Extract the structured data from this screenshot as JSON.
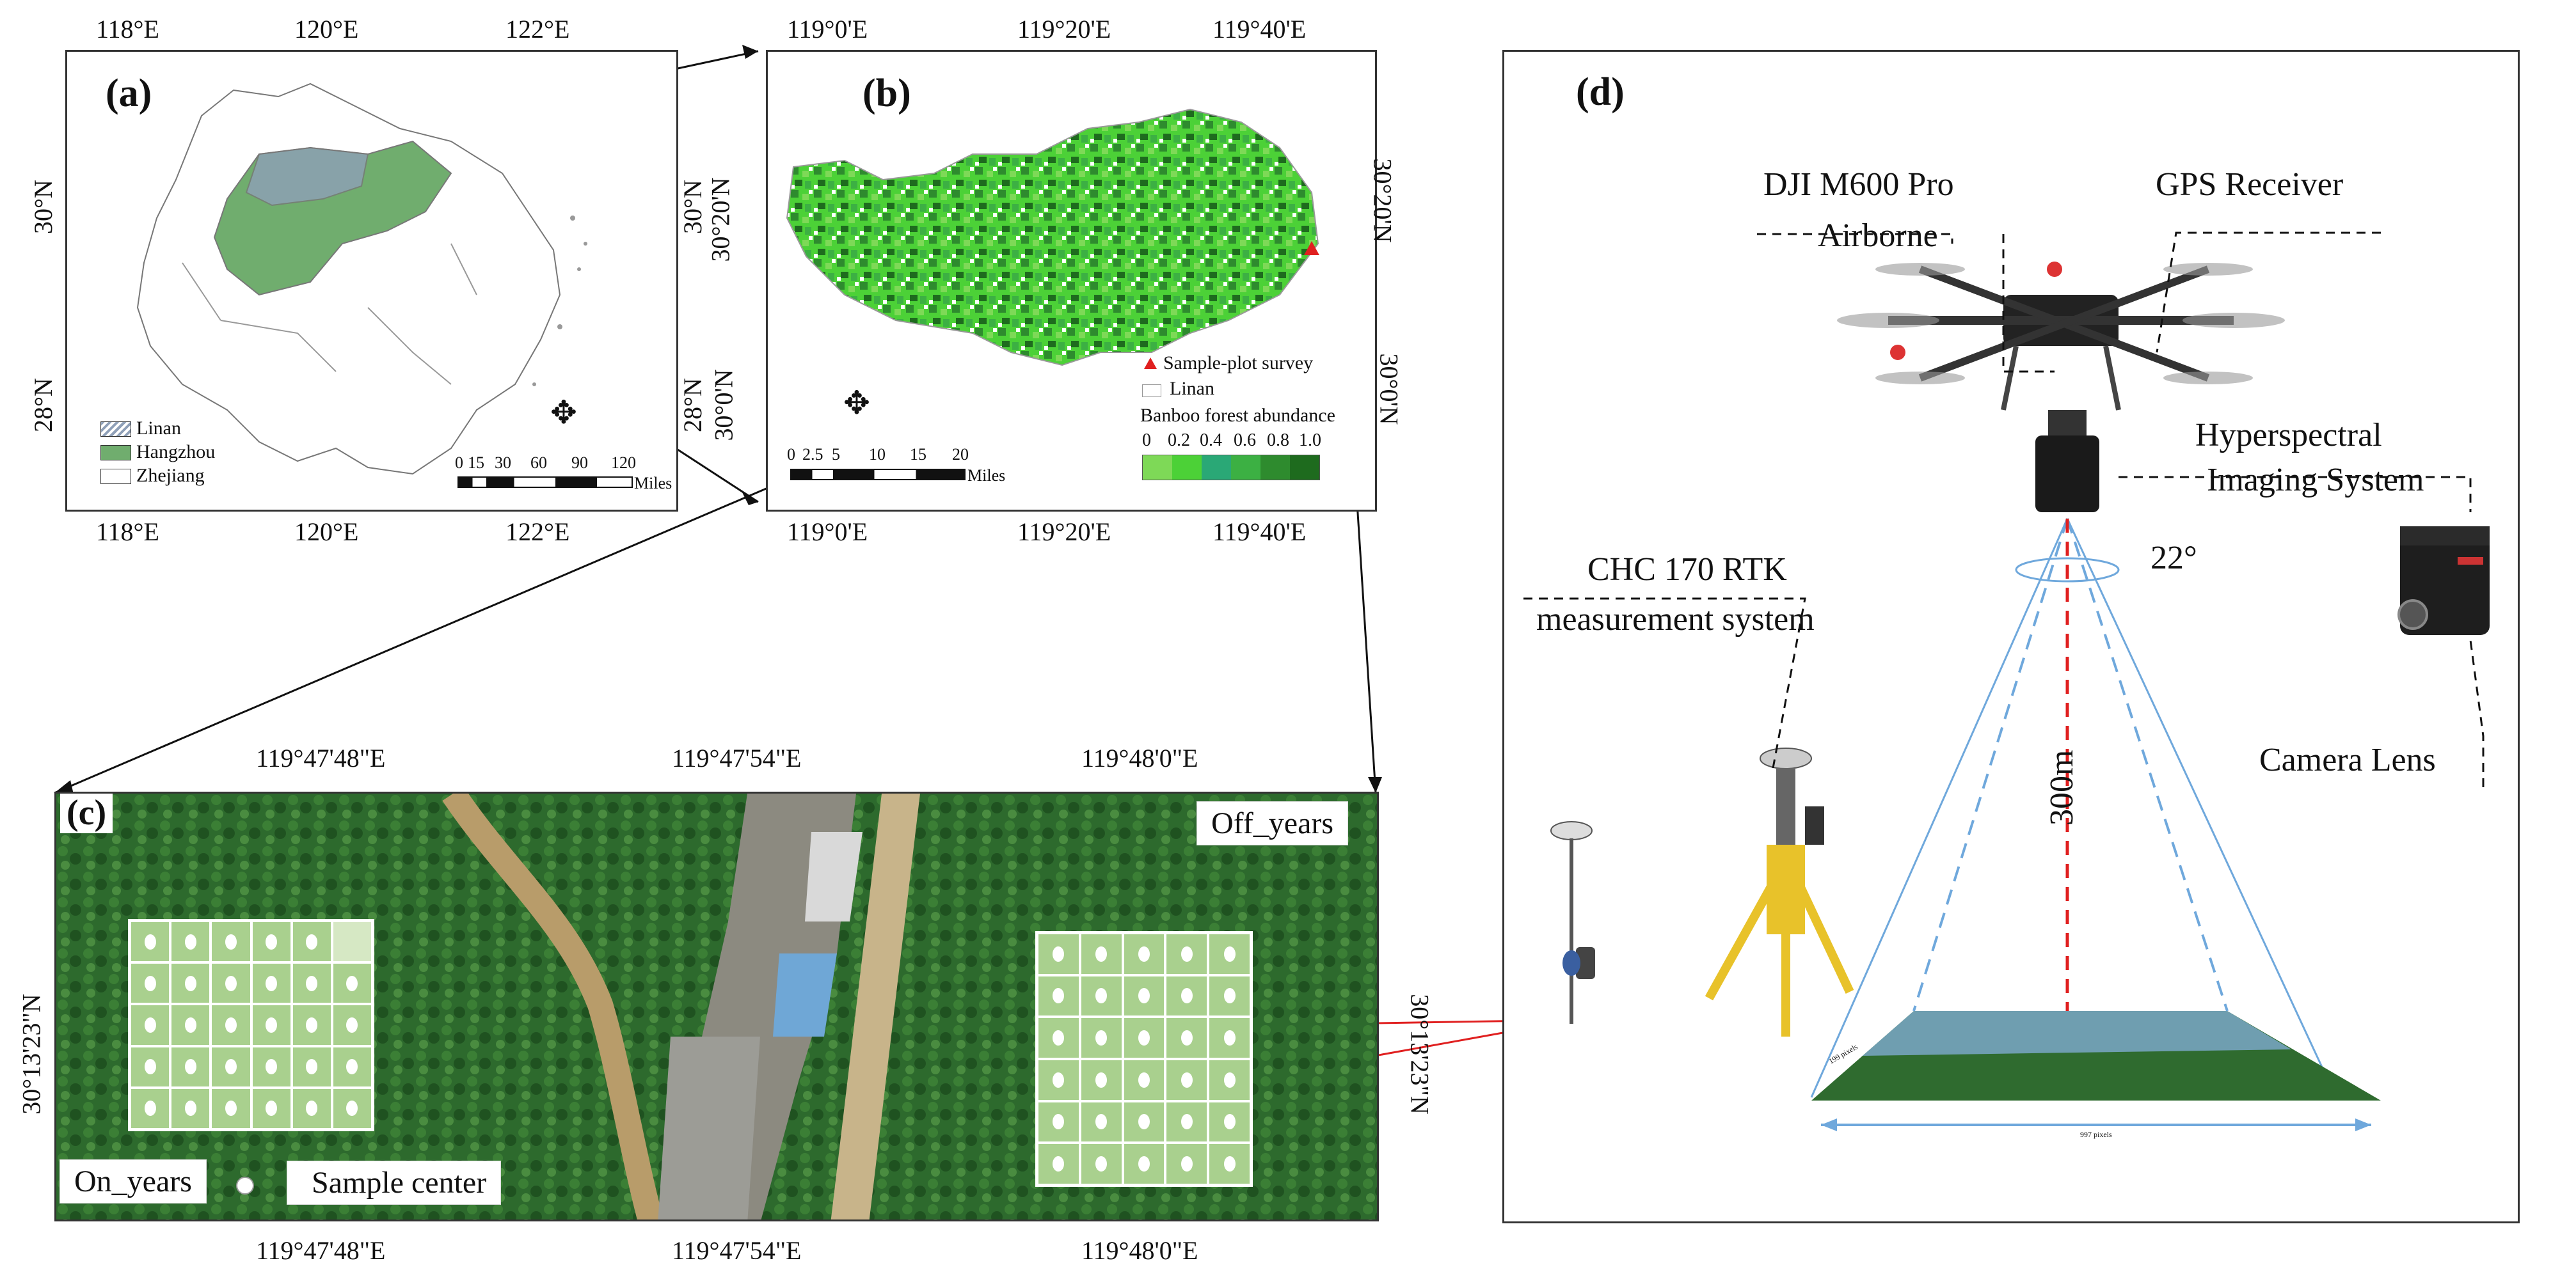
{
  "panel_a": {
    "label": "(a)",
    "top_ticks": [
      "118°E",
      "120°E",
      "122°E"
    ],
    "bottom_ticks": [
      "118°E",
      "120°E",
      "122°E"
    ],
    "left_ticks": [
      "30°N",
      "28°N"
    ],
    "right_ticks": [
      "30°N",
      "28°N"
    ],
    "legend": [
      "Linan",
      "Hangzhou",
      "Zhejiang"
    ],
    "scale_ticks": [
      "0",
      "15",
      "30",
      "60",
      "90",
      "120"
    ],
    "scale_unit": "Miles",
    "colors": {
      "hangzhou": "#70ad6e",
      "linan": "#8fa0b8"
    }
  },
  "panel_b": {
    "label": "(b)",
    "top_ticks": [
      "119°0'E",
      "119°20'E",
      "119°40'E"
    ],
    "bottom_ticks": [
      "119°0'E",
      "119°20'E",
      "119°40'E"
    ],
    "left_ticks": [
      "30°20'N",
      "30°0'N"
    ],
    "right_ticks": [
      "30°20'N",
      "30°0'N"
    ],
    "legend_sample": "Sample-plot survey",
    "legend_linan": "Linan",
    "abundance_title": "Banboo forest abundance",
    "abundance_ticks": [
      "0",
      "0.2",
      "0.4",
      "0.6",
      "0.8",
      "1.0"
    ],
    "abundance_colors": [
      "#7ed957",
      "#4cd137",
      "#2aa876",
      "#3cb043",
      "#2e8b2e",
      "#1e6b1e"
    ],
    "scale_ticks": [
      "0",
      "2.5",
      "5",
      "10",
      "15",
      "20"
    ],
    "scale_unit": "Miles"
  },
  "panel_c": {
    "label": "(c)",
    "top_ticks": [
      "119°47'48\"E",
      "119°47'54\"E",
      "119°48'0\"E"
    ],
    "bottom_ticks": [
      "119°47'48\"E",
      "119°47'54\"E",
      "119°48'0\"E"
    ],
    "left_tick": "30°13'23\"N",
    "right_tick": "30°13'23\"N",
    "off_years": "Off_years",
    "on_years": "On_years",
    "sample_center": "Sample center",
    "grid_color": "#a9d08e"
  },
  "panel_d": {
    "label": "(d)",
    "drone_label_1": "DJI M600 Pro",
    "drone_label_2": "Airborne",
    "gps_label": "GPS Receiver",
    "hyper_label_1": "Hyperspectral",
    "hyper_label_2": "Imaging System",
    "rtk_label_1": "CHC 170 RTK",
    "rtk_label_2": "measurement system",
    "angle_label": "22°",
    "height_label": "300m",
    "camera_label": "Camera Lens",
    "footprint_small": "199 pixels",
    "footprint_width": "997 pixels"
  }
}
